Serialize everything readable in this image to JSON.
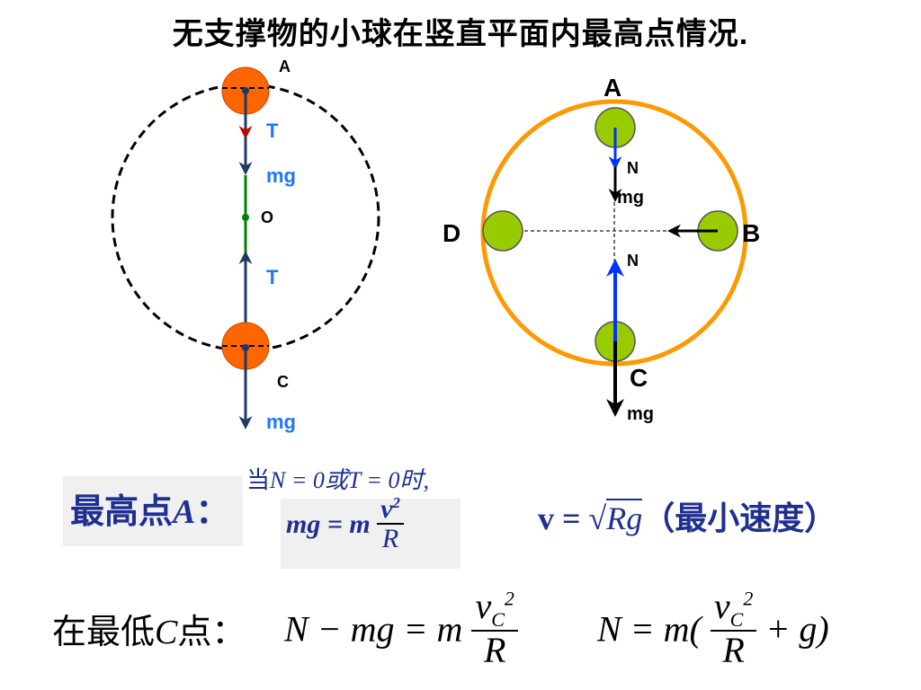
{
  "title": "无支撑物的小球在竖直平面内最高点情况.",
  "diagram1": {
    "top_label": "A",
    "top_force": "T",
    "top_gravity": "mg",
    "center_label": "O",
    "bottom_force": "T",
    "bottom_label": "C",
    "bottom_gravity": "mg",
    "colors": {
      "ball": "#ff6600",
      "circle": "#000000",
      "arrow": "#1f3864",
      "rod": "#008000",
      "label_blue": "#1f75ff"
    }
  },
  "diagram2": {
    "label_a": "A",
    "label_b": "B",
    "label_c": "C",
    "label_d": "D",
    "force_n_top": "N",
    "force_mg_top": "mg",
    "force_n_bottom": "N",
    "force_mg_bottom": "mg",
    "colors": {
      "track": "#ff9900",
      "ball": "#99cc00",
      "normal": "#0033ff"
    }
  },
  "formula_top": {
    "label": "最高点",
    "label_var": "A",
    "label_colon": "：",
    "condition_prefix": "当",
    "condition": "N = 0或T = 0时,",
    "eq_left": "mg = m",
    "eq_num": "v",
    "eq_num_exp": "2",
    "eq_den": "R",
    "speed_lhs": "v = ",
    "speed_rad": "Rg",
    "speed_note": "（最小速度）",
    "color": "#1f2f8f"
  },
  "formula_bottom": {
    "label": "在最低",
    "label_var": "C",
    "label_tail": "点：",
    "eq1_left": "N − mg = m",
    "eq1_num": "v",
    "eq1_num_sub": "C",
    "eq1_num_sup": "2",
    "eq1_den": "R",
    "eq2_left": "N = m(",
    "eq2_num": "v",
    "eq2_num_sub": "C",
    "eq2_num_sup": "2",
    "eq2_den": "R",
    "eq2_right": " + g)"
  }
}
